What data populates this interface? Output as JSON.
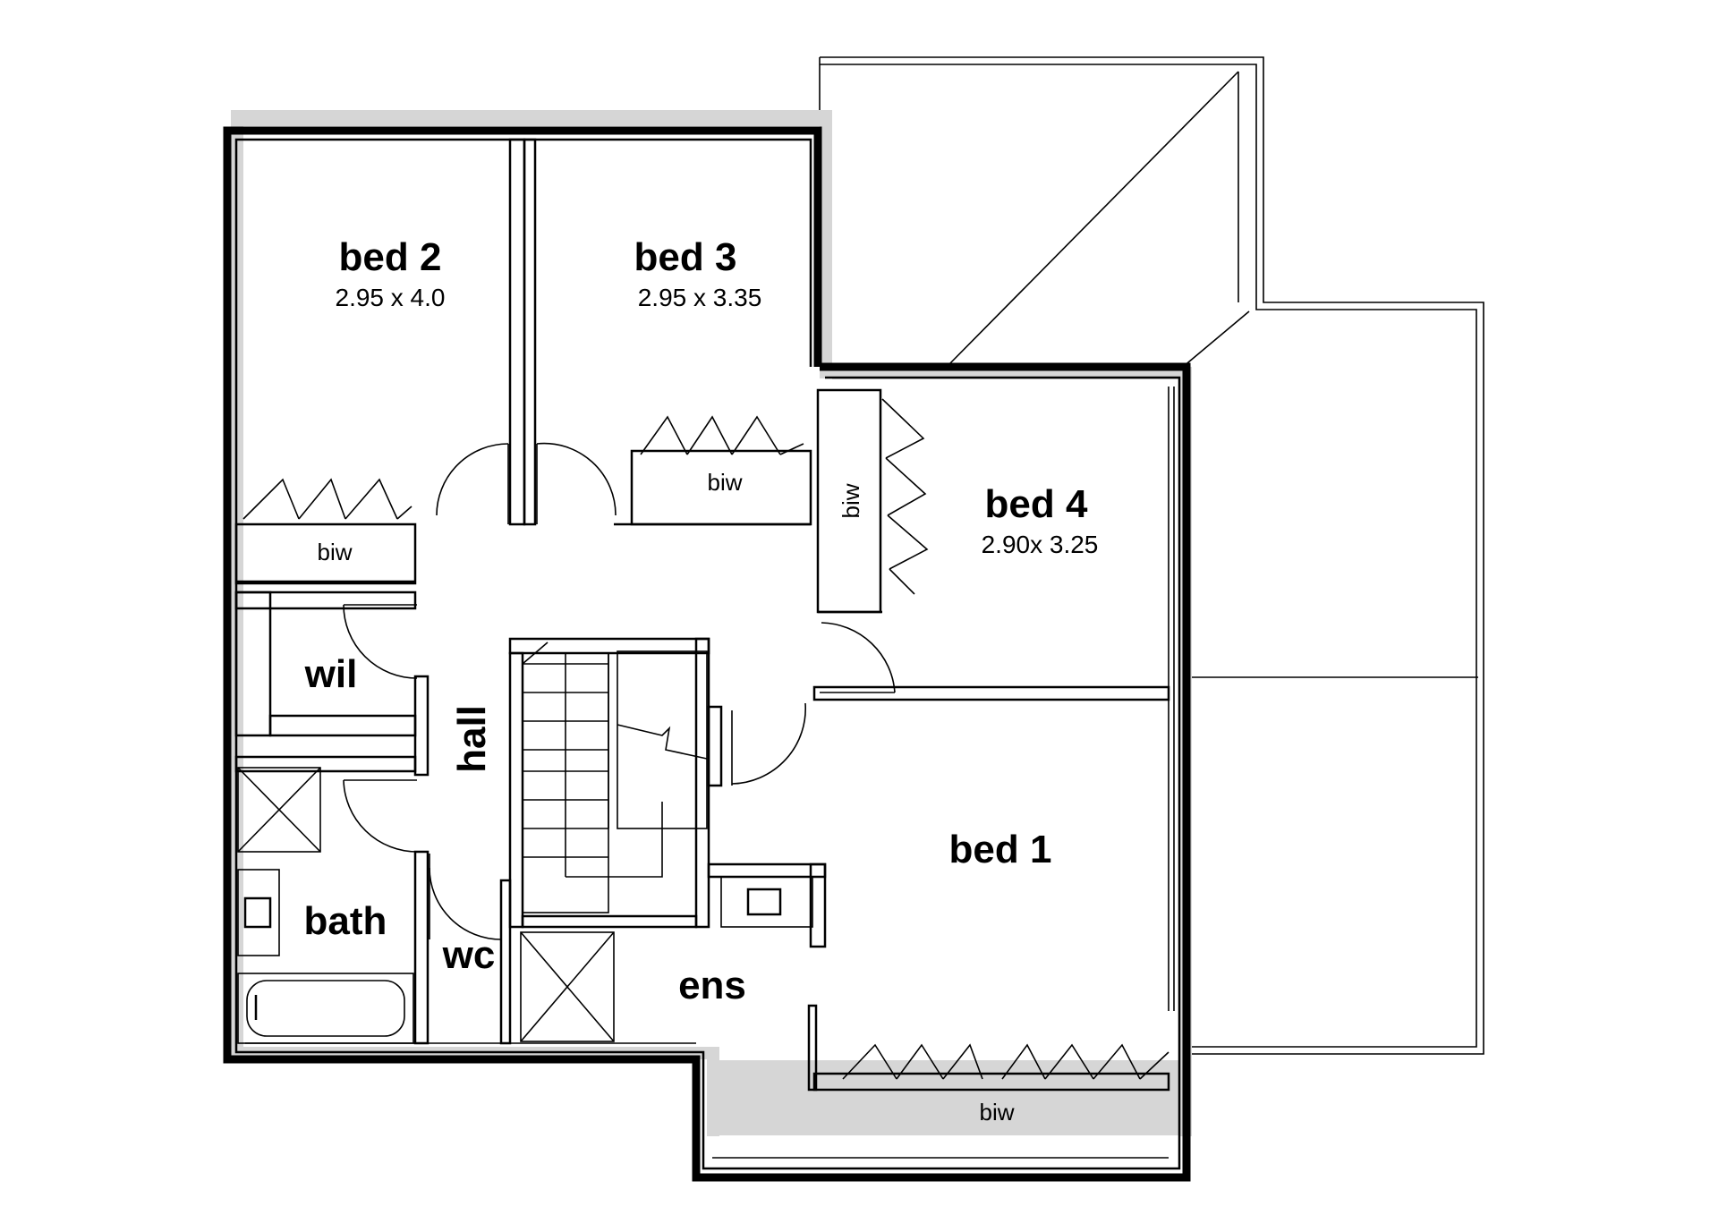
{
  "rooms": {
    "bed2": {
      "name": "bed 2",
      "dims": "2.95 x 4.0"
    },
    "bed3": {
      "name": "bed 3",
      "dims": "2.95 x 3.35"
    },
    "bed4": {
      "name": "bed 4",
      "dims": "2.90x 3.25"
    },
    "bed1": {
      "name": "bed 1"
    },
    "wil": {
      "name": "wil"
    },
    "hall": {
      "name": "hall"
    },
    "bath": {
      "name": "bath"
    },
    "wc": {
      "name": "wc"
    },
    "ens": {
      "name": "ens"
    }
  },
  "robes": {
    "bed2_robe": "biw",
    "bed3_robe": "biw",
    "bed4_robe": "biw",
    "bed1_robe": "biw"
  },
  "colors": {
    "wall": "#000000",
    "shadow": "#d6d6d6",
    "background": "#ffffff"
  }
}
